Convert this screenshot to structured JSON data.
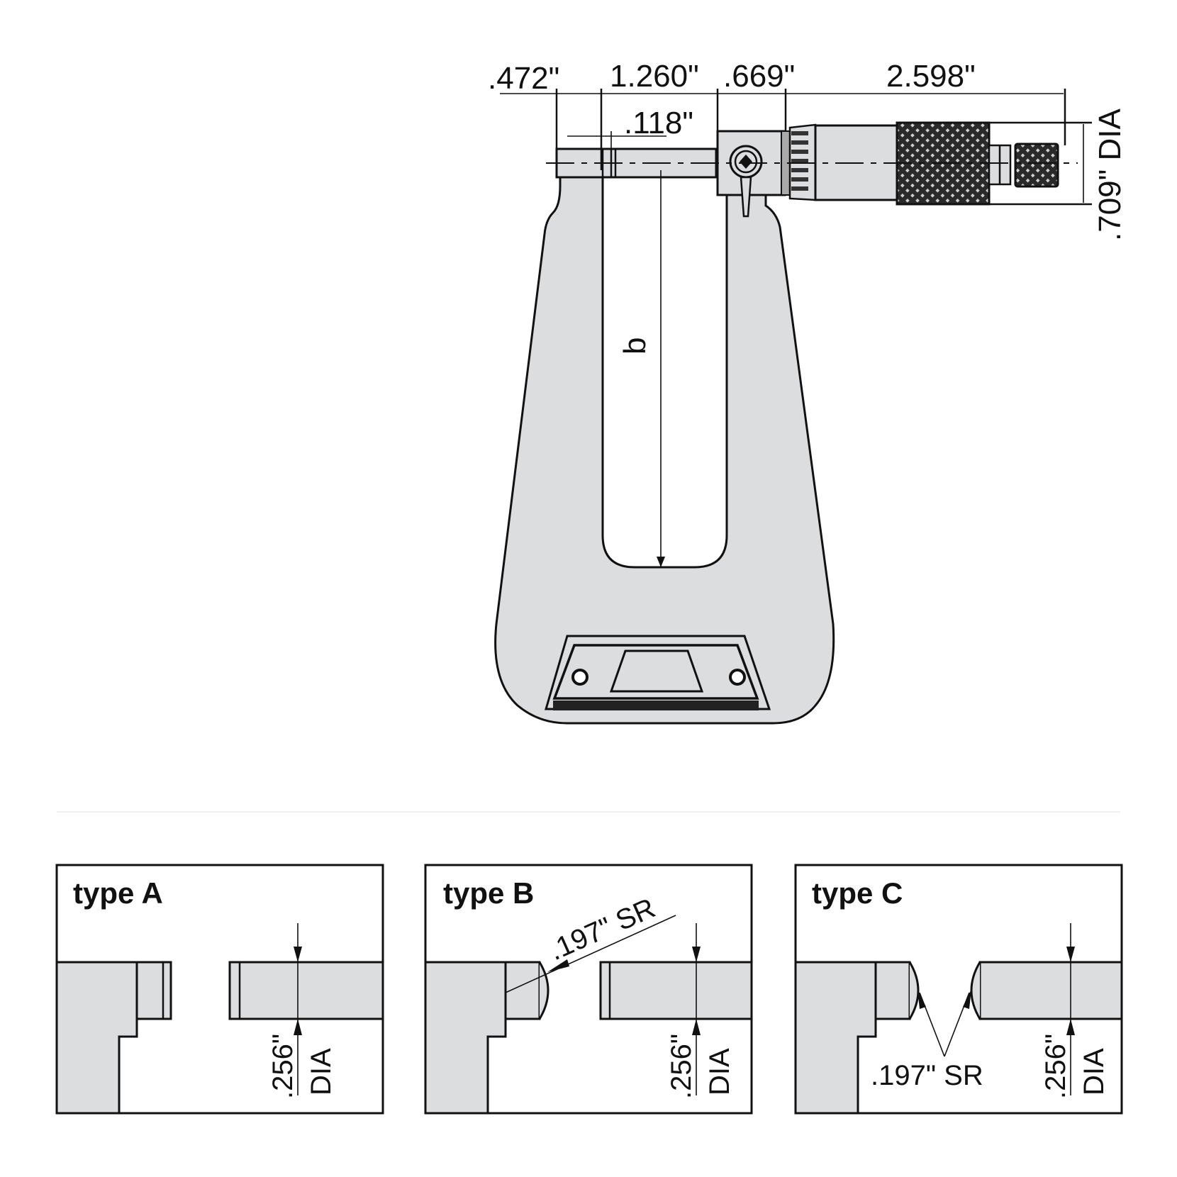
{
  "main_drawing": {
    "dimensions": {
      "d1": ".472\"",
      "d2": "1.260\"",
      "d3": ".669\"",
      "d4": "2.598\"",
      "anvil": ".118\"",
      "thimble_dia": ".709\" DIA",
      "depth": "b"
    }
  },
  "panels": [
    {
      "title": "type A",
      "dia_value": ".256\"",
      "dia_unit": "DIA",
      "radius": ""
    },
    {
      "title": "type B",
      "dia_value": ".256\"",
      "dia_unit": "DIA",
      "radius": ".197\" SR"
    },
    {
      "title": "type C",
      "dia_value": ".256\"",
      "dia_unit": "DIA",
      "radius": ".197\" SR"
    }
  ],
  "colors": {
    "part_fill": "#dcdddf",
    "stroke": "#111111",
    "knurl": "#2a2a2a"
  }
}
